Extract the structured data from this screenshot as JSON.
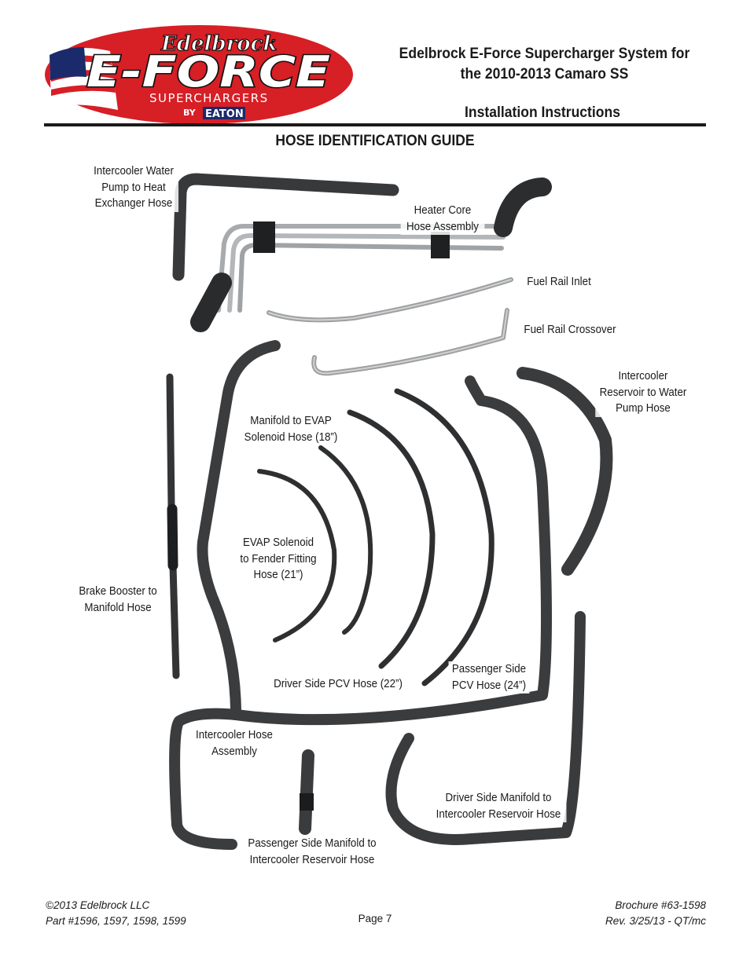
{
  "logo": {
    "script": "Edelbrock",
    "brand": "E-FORCE",
    "tagline": "SUPERCHARGERS",
    "by": "BY",
    "partner": "EATON",
    "colors": {
      "red": "#d71f26",
      "navy": "#1b2a6b",
      "white": "#ffffff",
      "black": "#111111"
    }
  },
  "header": {
    "title_line1": "Edelbrock E-Force Supercharger System for",
    "title_line2": "the 2010-2013 Camaro SS",
    "subtitle": "Installation Instructions"
  },
  "guide_title": "HOSE IDENTIFICATION GUIDE",
  "labels": {
    "intercooler_water_pump": [
      "Intercooler Water",
      "Pump to Heat",
      "Exchanger Hose"
    ],
    "heater_core": [
      "Heater Core",
      "Hose Assembly"
    ],
    "fuel_rail_inlet": [
      "Fuel Rail Inlet"
    ],
    "fuel_rail_crossover": [
      "Fuel Rail Crossover"
    ],
    "intercooler_reservoir": [
      "Intercooler",
      "Reservoir to Water",
      "Pump Hose"
    ],
    "manifold_evap": [
      "Manifold to EVAP",
      "Solenoid Hose (18”)"
    ],
    "evap_fender": [
      "EVAP Solenoid",
      "to Fender Fitting",
      "Hose (21”)"
    ],
    "brake_booster": [
      "Brake Booster to",
      "Manifold Hose"
    ],
    "driver_pcv": [
      "Driver Side PCV Hose (22”)"
    ],
    "passenger_pcv": [
      "Passenger Side",
      "PCV Hose (24”)"
    ],
    "intercooler_assembly": [
      "Intercooler Hose",
      "Assembly"
    ],
    "driver_manifold": [
      "Driver Side Manifold to",
      "Intercooler Reservoir Hose"
    ],
    "passenger_manifold": [
      "Passenger Side Manifold to",
      "Intercooler Reservoir Hose"
    ]
  },
  "footer": {
    "copyright": "©2013 Edelbrock LLC",
    "parts": "Part #1596, 1597, 1598, 1599",
    "page": "Page 7",
    "brochure": "Brochure #63-1598",
    "revision": "Rev. 3/25/13 - QT/mc"
  }
}
